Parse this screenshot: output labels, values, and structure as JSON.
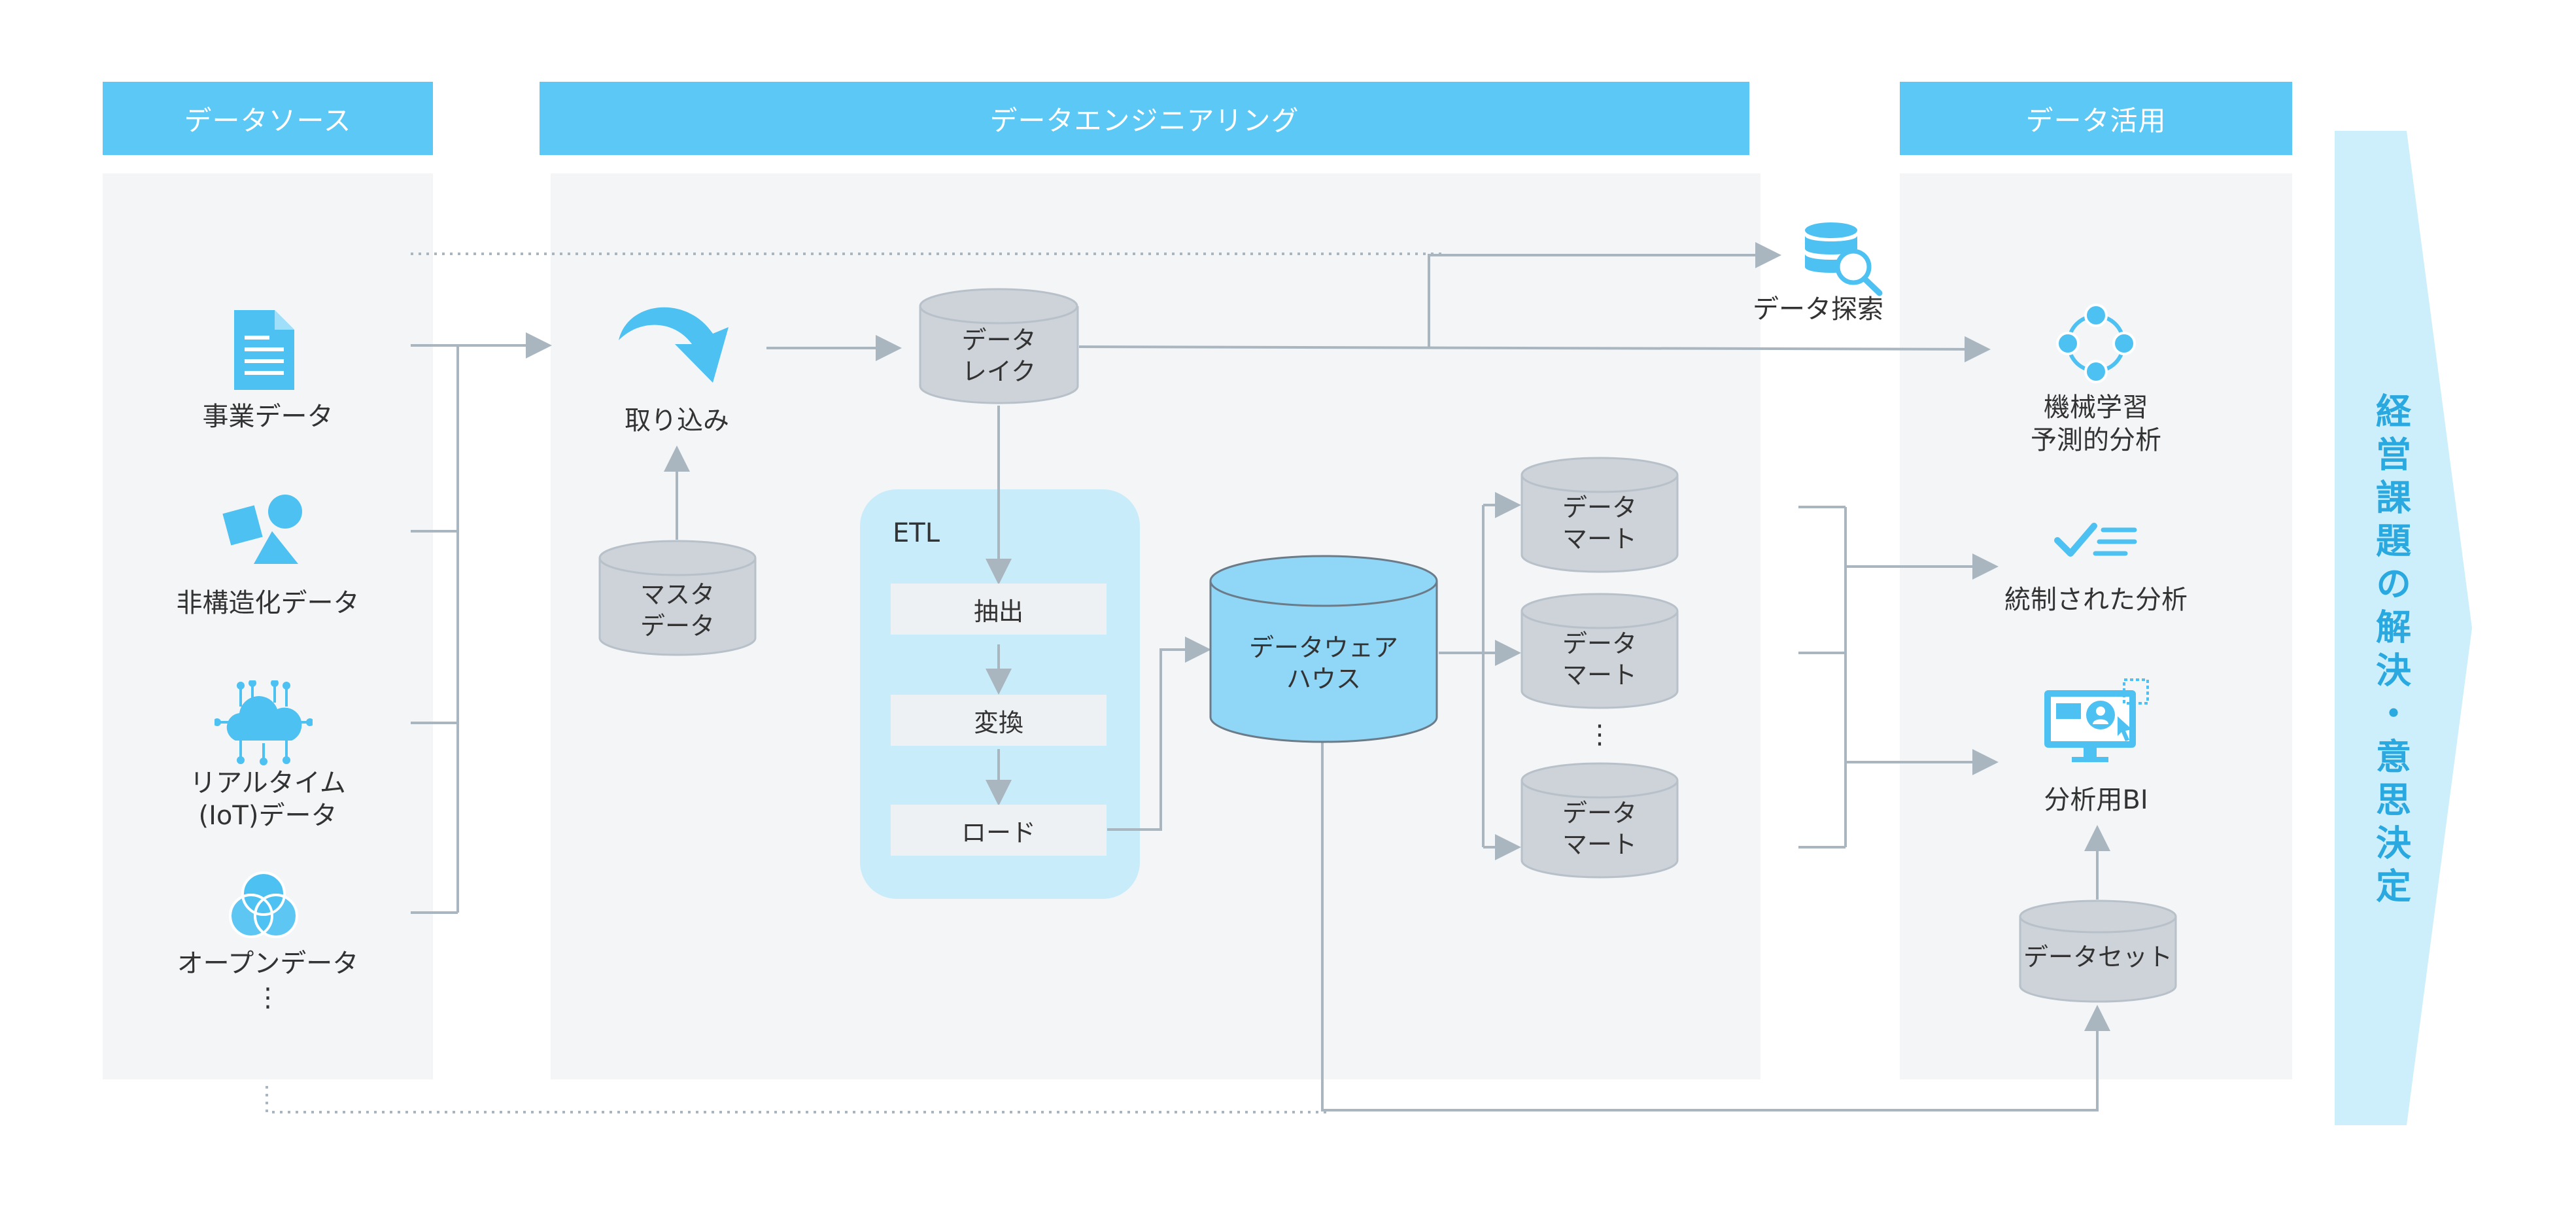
{
  "headers": {
    "sources": "データソース",
    "engineering": "データエンジニアリング",
    "utilization": "データ活用"
  },
  "sources": {
    "business": "事業データ",
    "unstructured": "非構造化データ",
    "realtime_line1": "リアルタイム",
    "realtime_line2": "(IoT)データ",
    "open": "オープンデータ",
    "ellipsis": "⋮"
  },
  "engineering": {
    "ingest": "取り込み",
    "master_line1": "マスタ",
    "master_line2": "データ",
    "lake_line1": "データ",
    "lake_line2": "レイク",
    "etl_title": "ETL",
    "etl_steps": [
      "抽出",
      "変換",
      "ロード"
    ],
    "dwh_line1": "データウェア",
    "dwh_line2": "ハウス",
    "mart_line1": "データ",
    "mart_line2": "マート",
    "mart_ellipsis": "⋮"
  },
  "utilization": {
    "explore": "データ探索",
    "ml_line1": "機械学習",
    "ml_line2": "予測的分析",
    "governed": "統制された分析",
    "bi": "分析用BI",
    "dataset": "データセット"
  },
  "banner": {
    "text": "経営課題の解決・意思決定"
  },
  "colors": {
    "header": "#5bc8f5",
    "accent_icon": "#4cc1f2",
    "panel": "#f3f5f7",
    "cylinder": "#cdd3d9",
    "cylinder_highlight": "#8fd6f7",
    "line": "#a9b6c0",
    "banner": "#cdeefb",
    "banner_text": "#2aa8e0"
  }
}
